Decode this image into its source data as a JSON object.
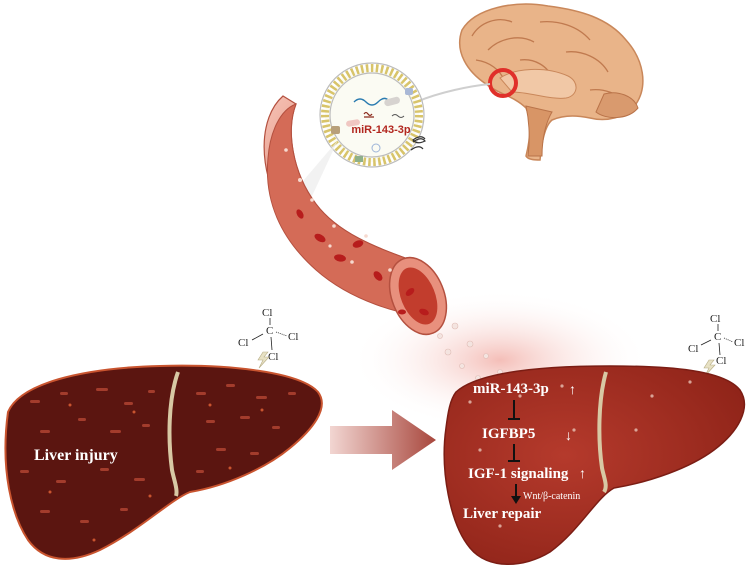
{
  "exosome": {
    "mirna_label": "miR-143-3p"
  },
  "injury": {
    "label": "Liver injury"
  },
  "ccl4": {
    "atoms": {
      "carbon": "C",
      "chlorine": "Cl"
    }
  },
  "pathway": {
    "steps": [
      {
        "text": "miR-143-3p",
        "arrow": "↑"
      },
      {
        "text": "IGFBP5",
        "arrow": "↓"
      },
      {
        "text": "IGF-1 signaling",
        "arrow": "↑"
      }
    ],
    "branch": "Wnt/β-catenin",
    "outcome": "Liver repair"
  },
  "colors": {
    "liver_injured": "#5b1510",
    "liver_healthy": "#a12b1f",
    "vessel": "#d97c6c",
    "brain": "#e8b48a",
    "arrow": "#b5655a"
  }
}
